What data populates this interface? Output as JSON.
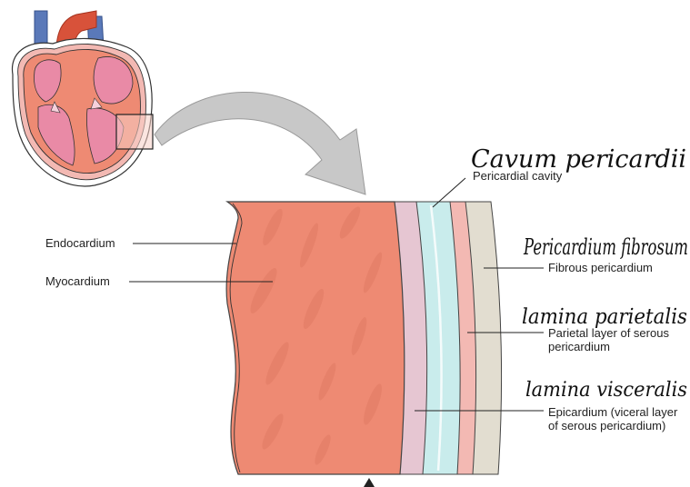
{
  "labels": {
    "endocardium": "Endocardium",
    "myocardium": "Myocardium",
    "pericardial_cavity": "Pericardial cavity",
    "fibrous_pericardium": "Fibrous pericardium",
    "parietal_line1": "Parietal layer of serous",
    "parietal_line2": "pericardium",
    "epicardium_line1": "Epicardium (viceral layer",
    "epicardium_line2": "of serous pericardium)"
  },
  "handwritten": {
    "cavum": "Cavum pericardii",
    "fibrosum": "Pericardium fibrosum",
    "parietalis": "lamina parietalis",
    "visceralis": "lamina visceralis"
  },
  "colors": {
    "myocardium": "#ee8a73",
    "epicardium": "#e6c6d2",
    "cavity": "#c9ecec",
    "parietal": "#f3b9b3",
    "fibrous": "#e2ddd0",
    "heart_pink": "#e98aa6",
    "aorta": "#d8523a",
    "vein": "#5a79b9",
    "arrow": "#c8c8c8"
  }
}
